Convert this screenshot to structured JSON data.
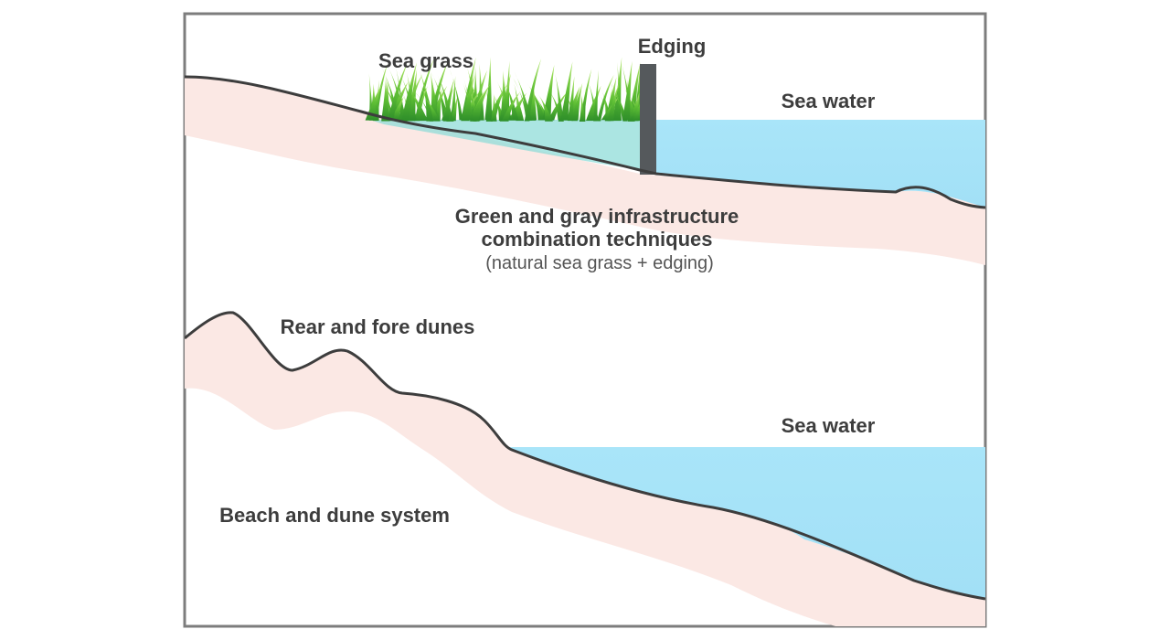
{
  "top_panel": {
    "sea_grass_label": "Sea grass",
    "edging_label": "Edging",
    "sea_water_label": "Sea water",
    "caption_line1": "Green and gray infrastructure",
    "caption_line2": "combination techniques",
    "caption_line3": "(natural sea grass + edging)"
  },
  "bottom_panel": {
    "dunes_label": "Rear and fore dunes",
    "sea_water_label": "Sea water",
    "caption": "Beach and dune system"
  },
  "colors": {
    "frame": "#7d7d7d",
    "sand_band": "#fbe8e4",
    "water": "#a8e4f8",
    "grass": "#6cc53a",
    "edging": "#55595c",
    "shore_line": "#3d3d3d"
  }
}
